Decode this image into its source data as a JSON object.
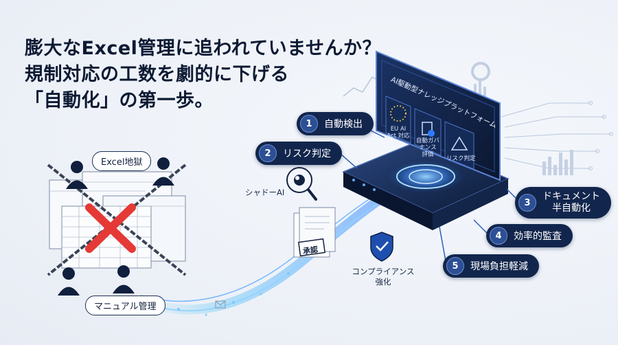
{
  "headline": {
    "line1": "膨大なExcel管理に追われていませんか？",
    "line2": "規制対応の工数を劇的に下げる",
    "line3": "「自動化」の第一歩。"
  },
  "left_scene": {
    "tag_top": "Excel地獄",
    "tag_bottom": "マニュアル管理"
  },
  "platform": {
    "title": "AI駆動型ナレッジプラットフォーム",
    "cards": [
      {
        "label": "EU AI Act 対応",
        "icon": "eu-flag-icon"
      },
      {
        "label": "自動ガバナンス 評価",
        "icon": "document-check-icon"
      },
      {
        "label": "リスク判定",
        "icon": "warning-icon"
      }
    ]
  },
  "steps": [
    {
      "num": "1",
      "label": "自動検出"
    },
    {
      "num": "2",
      "label": "リスク判定"
    },
    {
      "num": "3",
      "label_line1": "ドキュメント",
      "label_line2": "半自動化"
    },
    {
      "num": "4",
      "label": "効率的監査"
    },
    {
      "num": "5",
      "label": "現場負担軽減"
    }
  ],
  "floating_labels": {
    "shadow_ai": "シャドーAI",
    "approval_stamp": "承認",
    "compliance_line1": "コンプライアンス",
    "compliance_line2": "強化"
  },
  "colors": {
    "navy": "#12264d",
    "accent_blue": "#2f7bff",
    "cross_red": "#e53935",
    "flow_cyan": "#4fc3f7"
  }
}
